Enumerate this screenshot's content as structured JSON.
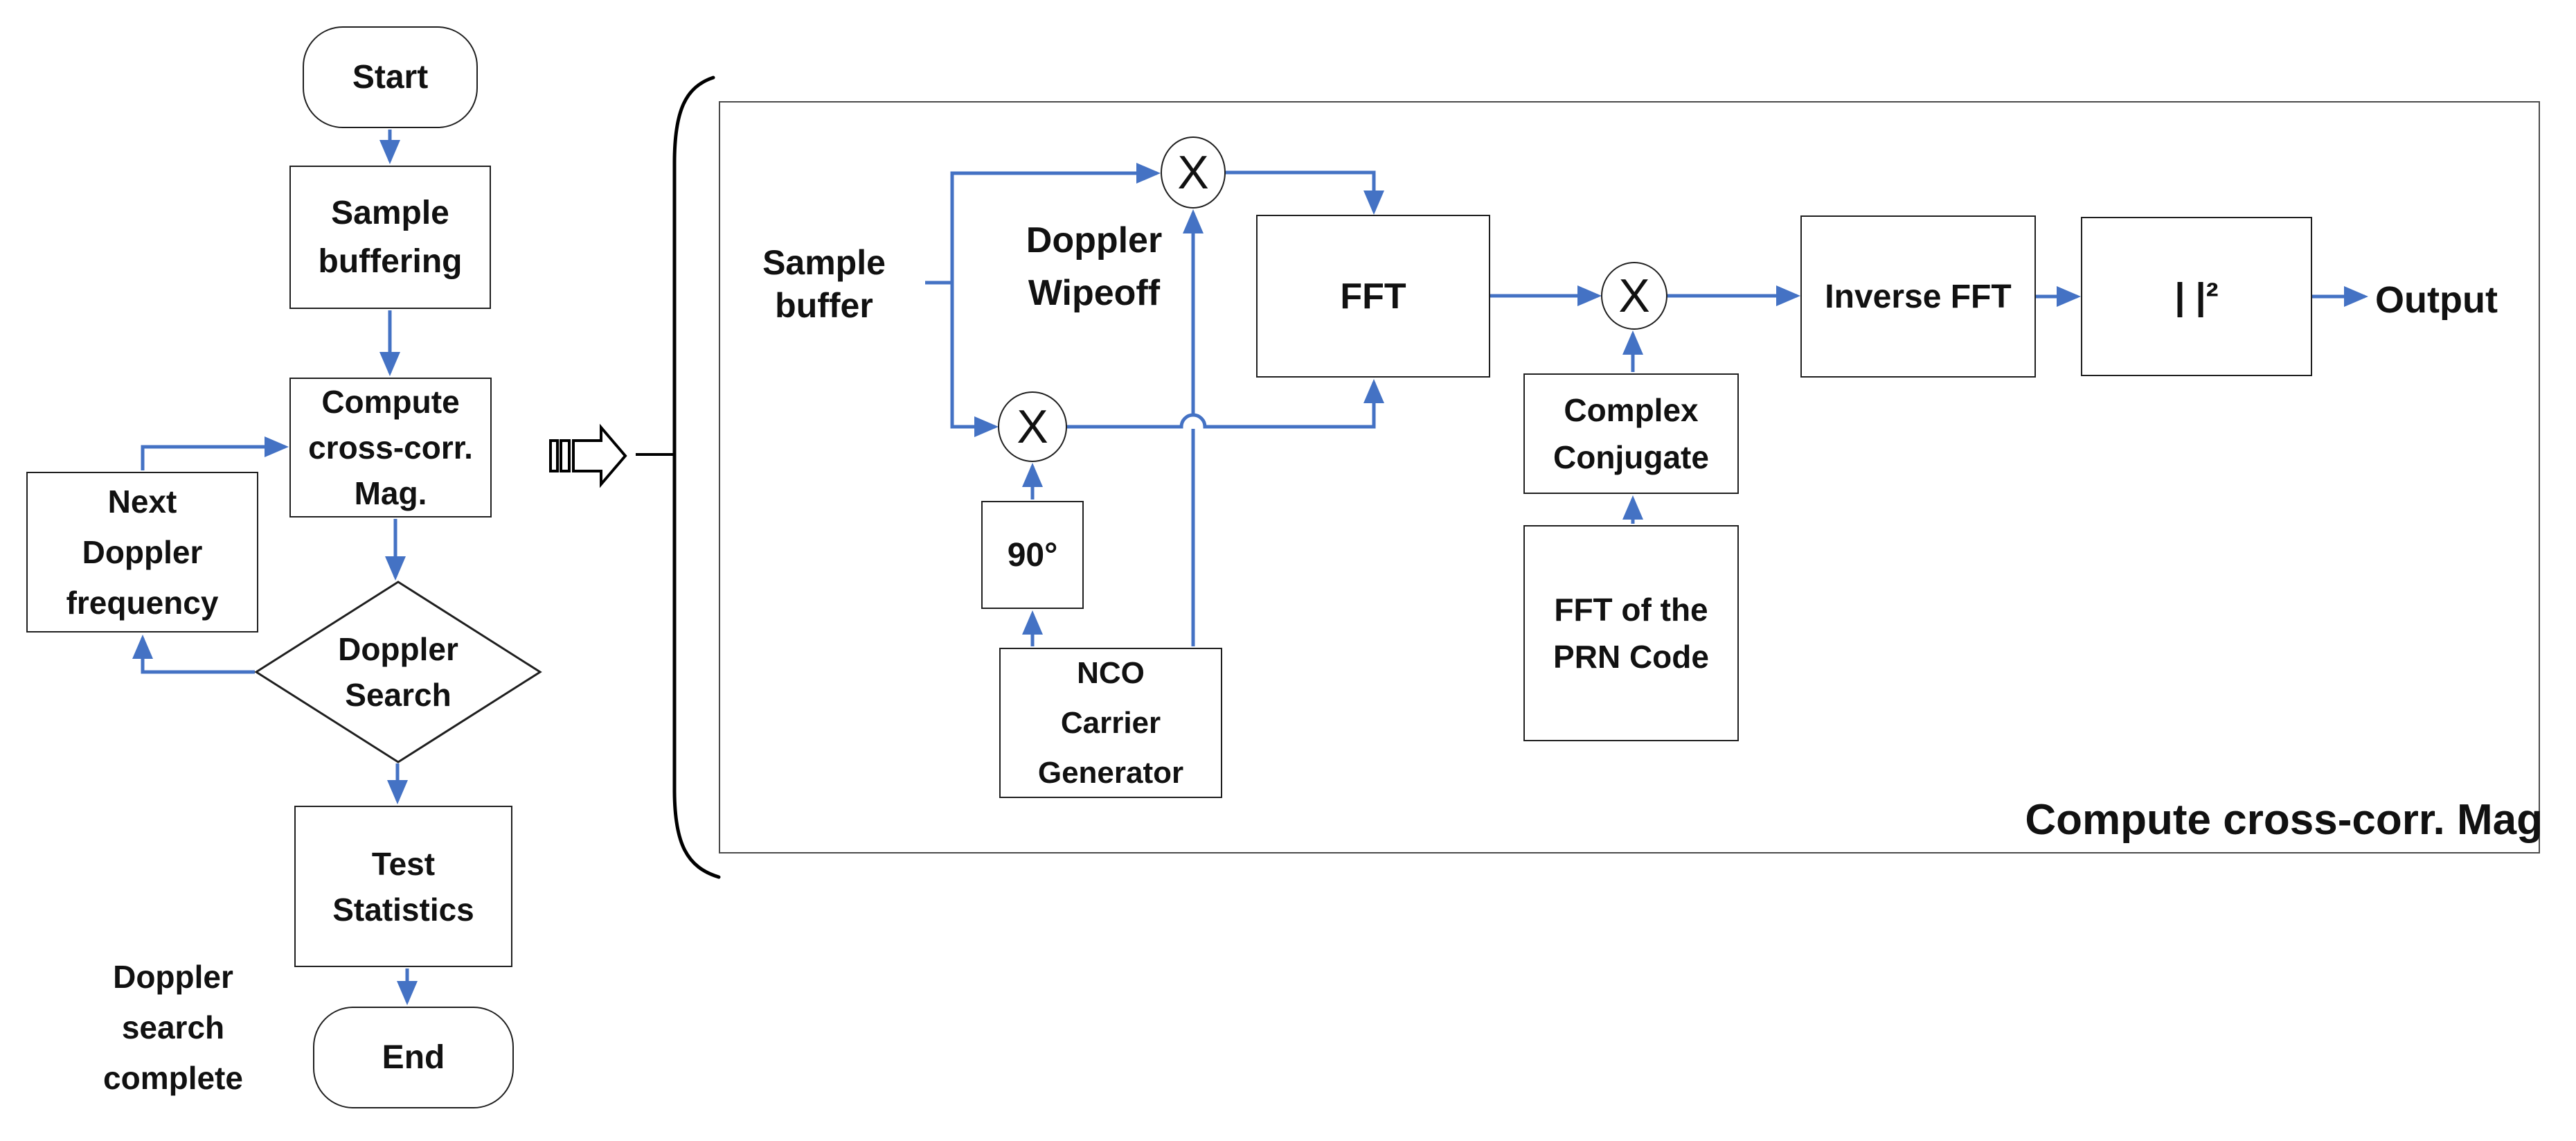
{
  "flowchart": {
    "start": "Start",
    "sample_buffering": "Sample\nbuffering",
    "compute_cross_corr": "Compute\ncross-corr.\nMag.",
    "doppler_search": "Doppler\nSearch",
    "test_statistics": "Test\nStatistics",
    "end": "End",
    "next_doppler": "Next\nDoppler\nfrequency",
    "search_complete_note": "Doppler\nsearch\ncomplete"
  },
  "detail": {
    "panel_label": "Compute cross-corr. Mag",
    "sample_buffer": "Sample\nbuffer",
    "doppler_wipeoff": "Doppler\nWipeoff",
    "multiplier": "X",
    "phase_shift": "90°",
    "nco": "NCO\nCarrier\nGenerator",
    "fft": "FFT",
    "complex_conjugate": "Complex\nConjugate",
    "fft_prn": "FFT of the\nPRN Code",
    "inverse_fft": "Inverse FFT",
    "mag_squared": "| |²",
    "output": "Output"
  },
  "colors": {
    "connector": "#4472C4",
    "shape_outline": "#1f1f1f",
    "panel_outline": "#4a4a4a"
  }
}
